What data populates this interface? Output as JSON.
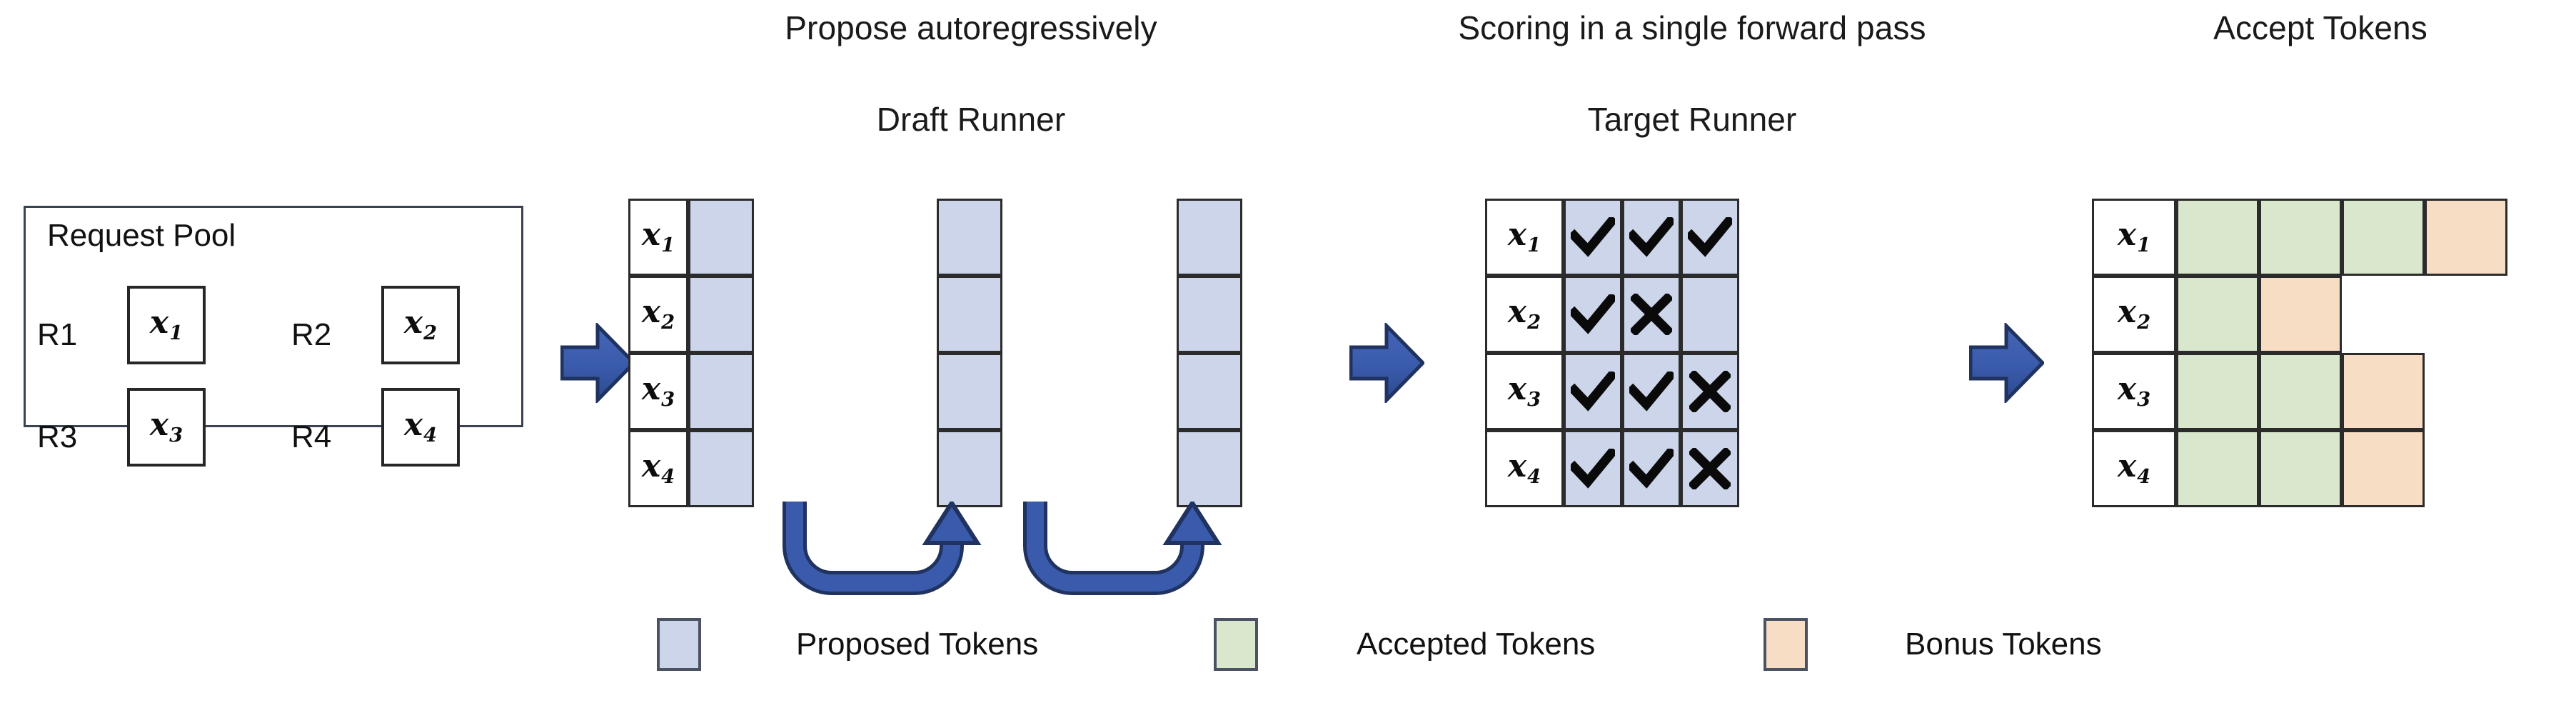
{
  "headings": {
    "propose": "Propose autoregressively",
    "draft_runner": "Draft Runner",
    "scoring": "Scoring in a single forward pass",
    "target_runner": "Target Runner",
    "accept": "Accept Tokens"
  },
  "request_pool": {
    "title": "Request Pool",
    "requests": [
      {
        "label": "R1",
        "token": "x",
        "sub": "1"
      },
      {
        "label": "R2",
        "token": "x",
        "sub": "2"
      },
      {
        "label": "R3",
        "token": "x",
        "sub": "3"
      },
      {
        "label": "R4",
        "token": "x",
        "sub": "4"
      }
    ]
  },
  "row_labels": [
    {
      "token": "x",
      "sub": "1"
    },
    {
      "token": "x",
      "sub": "2"
    },
    {
      "token": "x",
      "sub": "3"
    },
    {
      "token": "x",
      "sub": "4"
    }
  ],
  "draft_runner": {
    "steps": 3,
    "rows": 4,
    "cells": [
      [
        "proposed",
        "proposed",
        "proposed"
      ],
      [
        "proposed",
        "proposed",
        "proposed"
      ],
      [
        "proposed",
        "proposed",
        "proposed"
      ],
      [
        "proposed",
        "proposed",
        "proposed"
      ]
    ],
    "recurrence_arrows": 2
  },
  "target_runner": {
    "columns": 3,
    "rows": 4,
    "marks": [
      [
        "check",
        "check",
        "check"
      ],
      [
        "check",
        "cross",
        "none"
      ],
      [
        "check",
        "check",
        "cross"
      ],
      [
        "check",
        "check",
        "cross"
      ]
    ]
  },
  "accept_tokens": {
    "rows": [
      [
        "accepted",
        "accepted",
        "accepted",
        "bonus"
      ],
      [
        "accepted",
        "bonus"
      ],
      [
        "accepted",
        "accepted",
        "bonus"
      ],
      [
        "accepted",
        "accepted",
        "bonus"
      ]
    ]
  },
  "legend": [
    {
      "swatch": "proposed",
      "label": "Proposed Tokens",
      "color": "#ccd5ea"
    },
    {
      "swatch": "accepted",
      "label": "Accepted Tokens",
      "color": "#d9e7cd"
    },
    {
      "swatch": "bonus",
      "label": "Bonus Tokens",
      "color": "#f7ddc3"
    }
  ],
  "colors": {
    "proposed": "#ccd5ea",
    "accepted": "#d9e7cd",
    "bonus": "#f7ddc3",
    "arrow_blue": "#3a5bab",
    "arrow_outline": "#1f3260",
    "border": "#2b2b2b"
  },
  "flow_arrows": 3
}
